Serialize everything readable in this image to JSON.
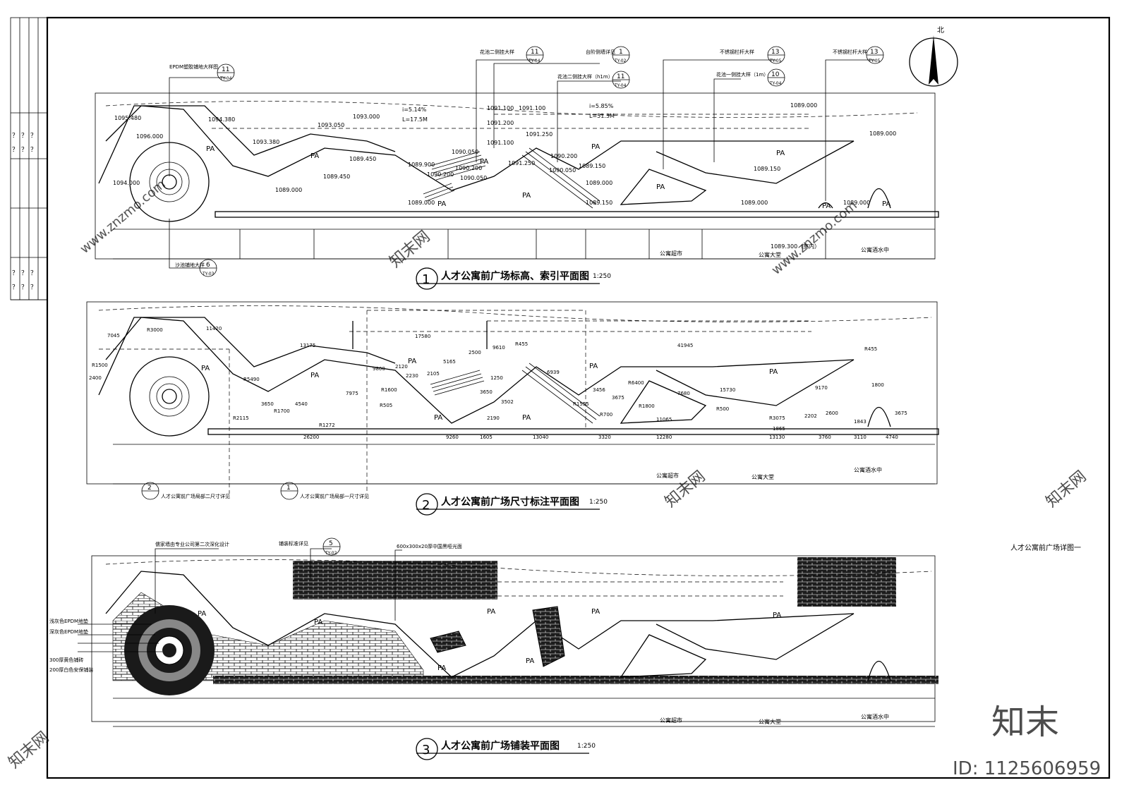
{
  "sheet": {
    "title": "人才公寓前广场详图一",
    "north_label": "北",
    "watermark_brand": "知末",
    "watermark_id": "ID: 1125606959",
    "watermark_site": "www.znzmo.com",
    "watermark_text": "知末网"
  },
  "plan1": {
    "number": "1",
    "title": "人才公寓前广场标高、索引平面图",
    "scale": "1:250",
    "callouts": [
      {
        "text": "EPDM塑胶铺地大样图",
        "num": "11",
        "ref": "TY-04"
      },
      {
        "text": "花池二侧挂大样",
        "num": "11",
        "ref": "TY-04"
      },
      {
        "text": "台阶侧墙详见",
        "num": "1",
        "ref": "TY-02"
      },
      {
        "text": "花池二侧挂大样（h1m）",
        "num": "11",
        "ref": "TY-04"
      },
      {
        "text": "不锈钢栏杆大样",
        "num": "13",
        "ref": "TY-05"
      },
      {
        "text": "花池一侧挂大样（1m）",
        "num": "10",
        "ref": "TY-04"
      },
      {
        "text": "不锈钢栏杆大样",
        "num": "13",
        "ref": "TY-05"
      },
      {
        "text": "沙池铺地大样",
        "num": "6",
        "ref": "TY-03"
      }
    ],
    "elevations": [
      "1095.480",
      "1094.380",
      "1093.050",
      "1093.000",
      "1093.380",
      "1096.000",
      "1094.000",
      "1089.450",
      "1089.450",
      "1089.000",
      "1089.000",
      "1091.100",
      "1091.100",
      "1091.200",
      "1091.250",
      "1090.050",
      "1090.200",
      "1090.050",
      "1089.900",
      "1090.200",
      "1091.100",
      "1091.250",
      "1090.200",
      "1090.050",
      "1089.150",
      "1089.150",
      "1089.000",
      "1089.150",
      "1089.000",
      "1089.000",
      "1089.000",
      "1089.000",
      "1089.300（室内）"
    ],
    "slopes": [
      {
        "i": "i=5.14%",
        "L": "L=17.5M"
      },
      {
        "i": "i=5.85%",
        "L": "L=51.3M"
      }
    ],
    "area_labels": [
      "PA",
      "PA",
      "PA",
      "PA",
      "PA",
      "PA",
      "PA",
      "PA",
      "PA",
      "PA"
    ],
    "room_labels": [
      "公寓超市",
      "公寓大堂",
      "公寓酒水中"
    ]
  },
  "plan2": {
    "number": "2",
    "title": "人才公寓前广场尺寸标注平面图",
    "scale": "1:250",
    "dimensions": [
      "7045",
      "11420",
      "13175",
      "17580",
      "41945",
      "2400",
      "R1500",
      "R3000",
      "R5490",
      "3650",
      "4540",
      "7975",
      "R1700",
      "R2115",
      "R1272",
      "9800",
      "2120",
      "2230",
      "2105",
      "5165",
      "2500",
      "9610",
      "R455",
      "6939",
      "1250",
      "3650",
      "3502",
      "2190",
      "R505",
      "R1600",
      "R1555",
      "3456",
      "3675",
      "R6400",
      "R1800",
      "7680",
      "15730",
      "11065",
      "R700",
      "R500",
      "R3075",
      "9170",
      "R455",
      "1800",
      "3675",
      "2202",
      "2600",
      "1843",
      "26200",
      "9260",
      "1605",
      "13040",
      "3320",
      "12280",
      "13130",
      "3760",
      "3110",
      "4740",
      "1865"
    ],
    "detail_refs": [
      {
        "num": "2",
        "text": "人才公寓前广场局部二尺寸详见"
      },
      {
        "num": "1",
        "text": "人才公寓前广场局部一尺寸详见"
      }
    ],
    "area_labels": [
      "PA",
      "PA",
      "PA",
      "PA",
      "PA",
      "PA",
      "PA"
    ],
    "room_labels": [
      "公寓超市",
      "公寓大堂",
      "公寓酒水中"
    ]
  },
  "plan3": {
    "number": "3",
    "title": "人才公寓前广场铺装平面图",
    "scale": "1:250",
    "notes": [
      "儒家墙由专业公司第二次深化设计",
      "铺装标准详见",
      "600x300x20厚中国黑哑光面"
    ],
    "note_ref": {
      "num": "5",
      "ref": "TY-02"
    },
    "legend": [
      "浅灰色EPDM地垫",
      "深灰色EPDM地垫",
      "300厚黄色铺砖",
      "200厚白色安保铺装"
    ],
    "area_labels": [
      "PA",
      "PA",
      "PA",
      "PA",
      "PA",
      "PA",
      "PA"
    ],
    "room_labels": [
      "公寓超市",
      "公寓大堂",
      "公寓酒水中"
    ]
  },
  "border_marks": [
    "？",
    "？",
    "？",
    "？",
    "？",
    "？",
    "？",
    "？",
    "？",
    "？",
    "？",
    "？"
  ]
}
